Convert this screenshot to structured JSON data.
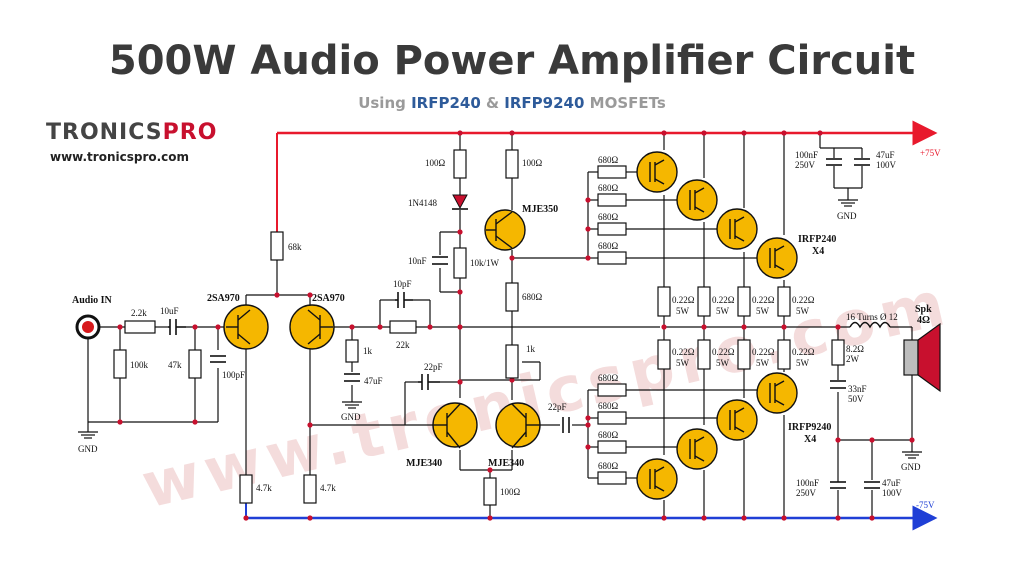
{
  "header": {
    "title": "500W Audio Power Amplifier Circuit",
    "subtitle_prefix": "Using ",
    "subtitle_part1": "IRFP240",
    "subtitle_amp": " & ",
    "subtitle_part2": "IRFP9240",
    "subtitle_suffix": " MOSFETs"
  },
  "brand": {
    "logo_part1": "TRONICS",
    "logo_part2": "PRO",
    "website": "www.tronicspro.com",
    "watermark": "www.tronicspro.com"
  },
  "rails": {
    "positive": "+75V",
    "negative": "-75V"
  },
  "components": {
    "r_in": "2.2k",
    "c_in": "10uF",
    "r_bias": "100k",
    "r_47k": "47k",
    "c_100pf": "100pF",
    "q1": "2SA970",
    "q2": "2SA970",
    "r_68k": "68k",
    "r_1k": "1k",
    "c_47uf_lbl": "47uF",
    "c_10pf": "10pF",
    "r_22k": "22k",
    "r_4k7_a": "4.7k",
    "r_4k7_b": "4.7k",
    "r_100_a": "100Ω",
    "r_100_b": "100Ω",
    "d1": "1N4148",
    "c_10nf": "10nF",
    "vr_10k": "10k/1W",
    "q_mje350": "MJE350",
    "r_680_mid": "680Ω",
    "vr_1k": "1k",
    "c_22pf_a": "22pF",
    "c_22pf_b": "22pF",
    "q_mje340_a": "MJE340",
    "q_mje340_b": "MJE340",
    "r_100_c": "100Ω",
    "gate_r": [
      "680Ω",
      "680Ω",
      "680Ω",
      "680Ω",
      "680Ω",
      "680Ω",
      "680Ω",
      "680Ω"
    ],
    "src_r_value": "0.22Ω",
    "src_r_watt": "5W",
    "q_n_label": "IRFP240",
    "q_n_count": "X4",
    "q_p_label": "IRFP9240",
    "q_p_count": "X4",
    "c_top_100nf": "100nF",
    "c_top_100nf_v": "250V",
    "c_top_47uf": "47uF",
    "c_top_47uf_v": "100V",
    "c_bot_100nf": "100nF",
    "c_bot_100nf_v": "250V",
    "c_bot_47uf": "47uF",
    "c_bot_47uf_v": "100V",
    "coil": "16 Turns Ø 12",
    "r_zobel": "8.2Ω",
    "r_zobel_w": "2W",
    "c_zobel": "33nF",
    "c_zobel_v": "50V"
  },
  "labels": {
    "audio_in": "Audio IN",
    "gnd": "GND",
    "speaker": "Spk",
    "speaker_imp": "4Ω"
  },
  "colors": {
    "rail_positive": "#e8192c",
    "rail_negative": "#1f3fd6",
    "wire": "#111111",
    "transistor_fill": "#f5b700",
    "input_jack": "#d7191c",
    "speaker": "#c8102e"
  }
}
